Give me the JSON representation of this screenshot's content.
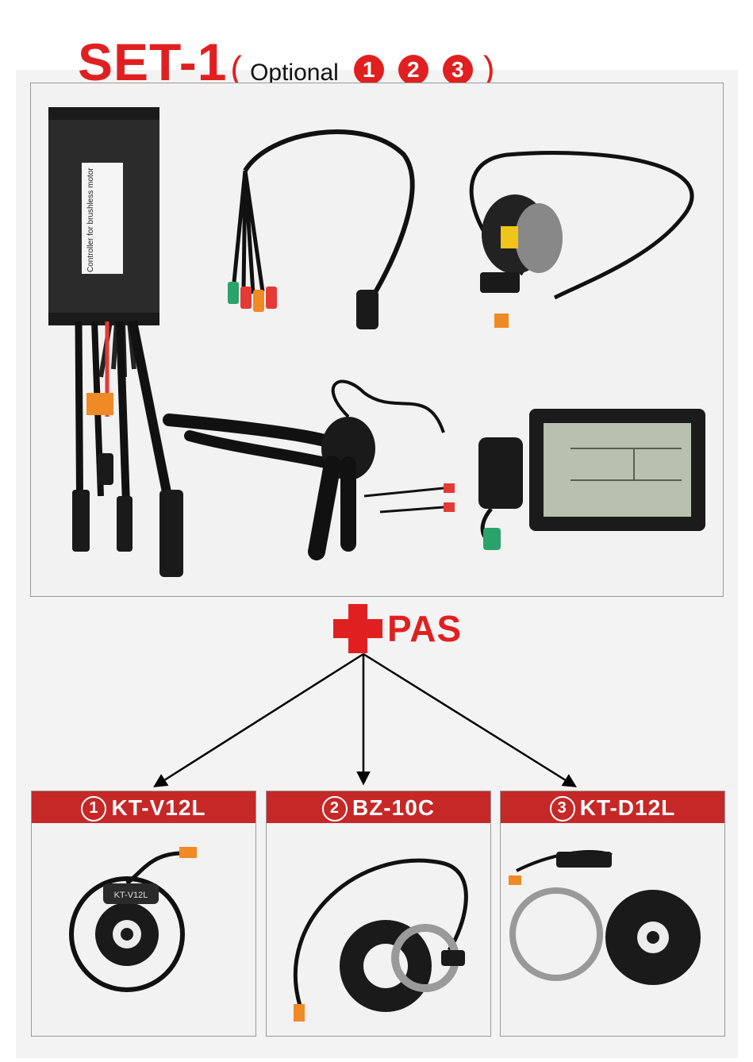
{
  "header": {
    "set_title": "SET-1",
    "paren_open": "(",
    "optional_label": "Optional",
    "numbers": [
      "1",
      "2",
      "3"
    ],
    "paren_close": ")"
  },
  "pas": {
    "label": "PAS"
  },
  "controller": {
    "label_text": "Controller for brushless motor"
  },
  "options": [
    {
      "number": "1",
      "name": "KT-V12L",
      "sensor_label": "KT-V12L"
    },
    {
      "number": "2",
      "name": "BZ-10C"
    },
    {
      "number": "3",
      "name": "KT-D12L"
    }
  ],
  "colors": {
    "accent": "#e02020",
    "option_header": "#c62828",
    "panel_bg": "#f2f2f2",
    "connector_orange": "#f08a24",
    "connector_green": "#2aa36b",
    "connector_red": "#e53935",
    "lcd_screen": "#b9c0ad"
  }
}
